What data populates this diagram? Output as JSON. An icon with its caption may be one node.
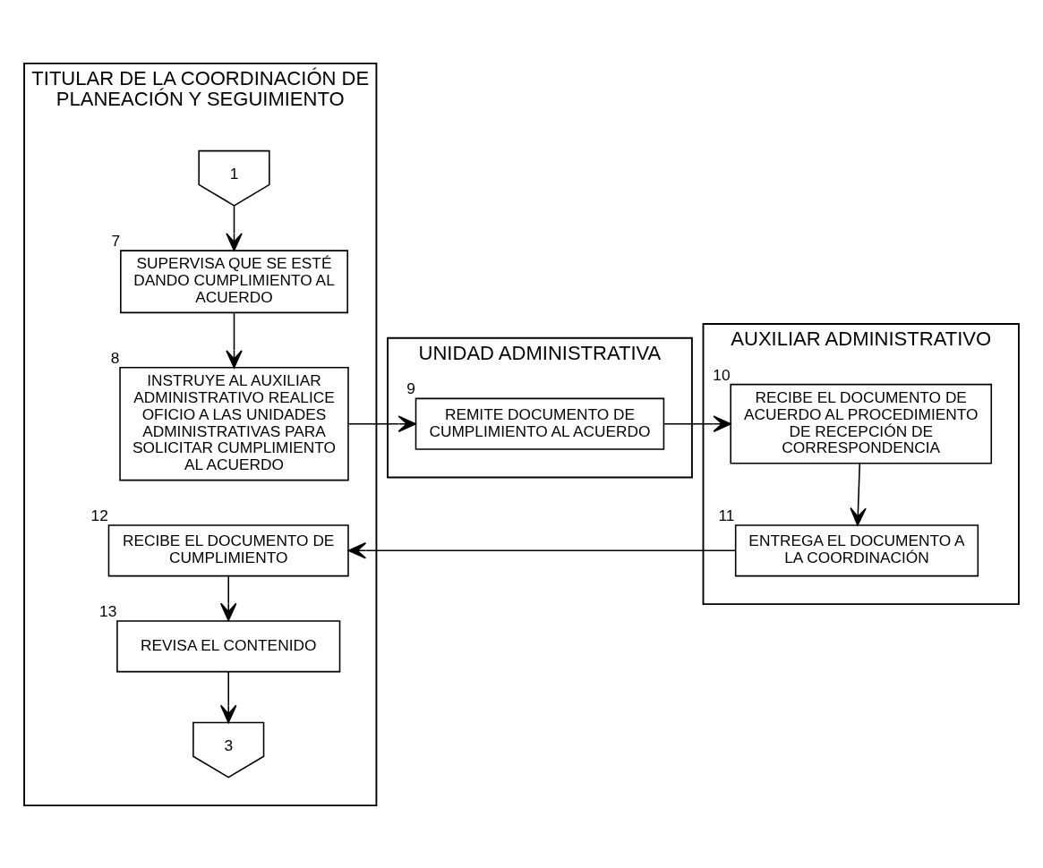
{
  "diagram": {
    "nodes": [
      {
        "text": [
          "TITULAR DE LA COORDINACIÓN DE PLANEACIÓN Y SEGUIMIENTO"
        ]
      },
      {
        "text": [
          "UNIDAD ADMINISTRATIVA"
        ]
      },
      {
        "text": [
          "AUXILIAR ADMINISTRATIVO"
        ]
      },
      {
        "text": [
          "1"
        ],
        "in": 0
      },
      {
        "text": [
          "SUPERVISA QUE SE ESTÉ DANDO CUMPLIMIENTO AL ACUERDO"
        ],
        "beside": [
          "7"
        ],
        "in": 0
      },
      {
        "text": [
          "INSTRUYE AL AUXILIAR ADMINISTRATIVO REALICE OFICIO A LAS UNIDADES ADMINISTRATIVAS PARA SOLICITAR CUMPLIMIENTO AL ACUERDO"
        ],
        "beside": [
          "8"
        ],
        "in": 0
      },
      {
        "text": [
          "REMITE DOCUMENTO DE CUMPLIMIENTO AL ACUERDO"
        ],
        "beside": [
          "9"
        ],
        "in": 1
      },
      {
        "text": [
          "RECIBE EL DOCUMENTO DE ACUERDO AL PROCEDIMIENTO DE RECEPCIÓN DE CORRESPONDENCIA"
        ],
        "beside": [
          "10"
        ],
        "in": 2
      },
      {
        "text": [
          "ENTREGA EL DOCUMENTO A LA COORDINACIÓN"
        ],
        "beside": [
          "11"
        ],
        "in": 2
      },
      {
        "text": [
          "RECIBE EL DOCUMENTO DE CUMPLIMIENTO"
        ],
        "beside": [
          "12"
        ],
        "in": 0
      },
      {
        "text": [
          "REVISA EL CONTENIDO"
        ],
        "beside": [
          "13"
        ],
        "in": 0
      },
      {
        "text": [
          "3"
        ],
        "in": 0
      }
    ],
    "edges": [
      {
        "from": 3,
        "to": 4,
        "arrow": "to"
      },
      {
        "from": 4,
        "to": 5,
        "arrow": "to"
      },
      {
        "from": 5,
        "to": 6,
        "arrow": "to"
      },
      {
        "from": 6,
        "to": 7,
        "arrow": "to"
      },
      {
        "from": 7,
        "to": 8,
        "arrow": "to"
      },
      {
        "from": 8,
        "to": 9,
        "arrow": "to"
      },
      {
        "from": 9,
        "to": 10,
        "arrow": "to"
      },
      {
        "from": 10,
        "to": 11,
        "arrow": "to"
      }
    ]
  }
}
